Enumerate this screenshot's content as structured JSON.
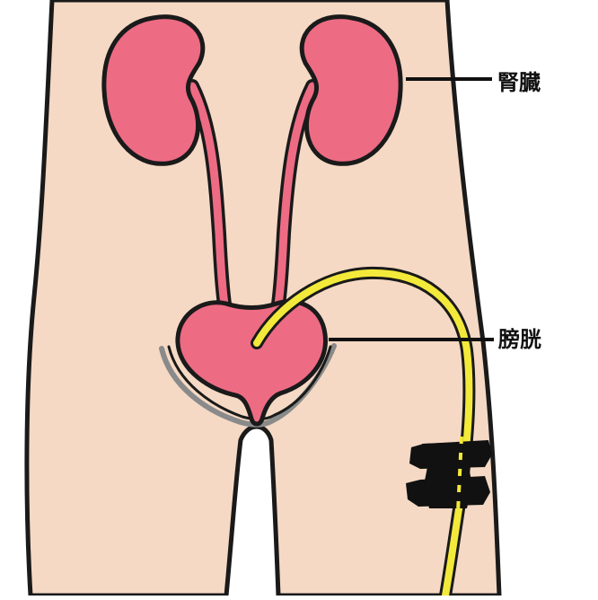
{
  "labels": {
    "kidney": "腎臓",
    "bladder": "膀胱"
  },
  "colors": {
    "skin": "#f5d9c4",
    "outline": "#1a1a1a",
    "organ": "#ee6b84",
    "catheter": "#f3e93a",
    "shadow": "#8a8a8a",
    "tape": "#111111"
  },
  "icons": {
    "body": "lower-torso-illustration",
    "kidneys": "kidney-icon",
    "bladder": "bladder-icon",
    "catheter": "urinary-catheter-icon",
    "tape": "medical-tape-icon"
  }
}
